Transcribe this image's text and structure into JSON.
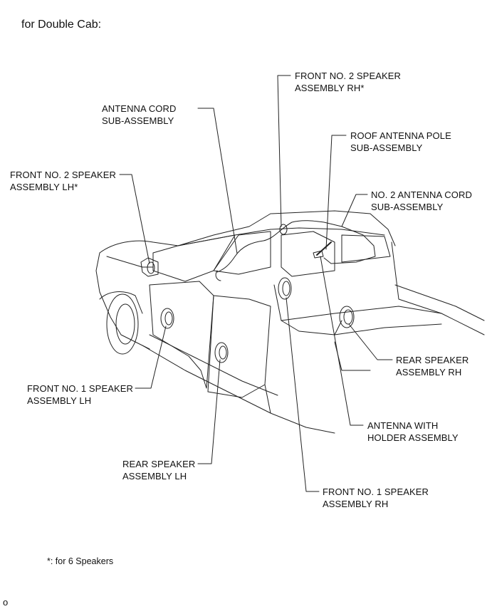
{
  "heading": "for Double Cab:",
  "labels": {
    "antenna_cord": [
      "ANTENNA CORD",
      "SUB-ASSEMBLY"
    ],
    "front2_rh": [
      "FRONT NO. 2 SPEAKER",
      "ASSEMBLY RH*"
    ],
    "roof_pole": [
      "ROOF ANTENNA POLE",
      "SUB-ASSEMBLY"
    ],
    "front2_lh": [
      "FRONT NO. 2 SPEAKER",
      "ASSEMBLY LH*"
    ],
    "no2_cord": [
      "NO. 2 ANTENNA CORD",
      "SUB-ASSEMBLY"
    ],
    "rear_rh": [
      "REAR SPEAKER",
      "ASSEMBLY RH"
    ],
    "front1_lh": [
      "FRONT NO. 1 SPEAKER",
      "ASSEMBLY LH"
    ],
    "antenna_holder": [
      "ANTENNA WITH",
      "HOLDER ASSEMBLY"
    ],
    "rear_lh": [
      "REAR SPEAKER",
      "ASSEMBLY LH"
    ],
    "front1_rh": [
      "FRONT NO. 1 SPEAKER",
      "ASSEMBLY RH"
    ]
  },
  "footnote": "*: for 6 Speakers",
  "figure_id": "o"
}
